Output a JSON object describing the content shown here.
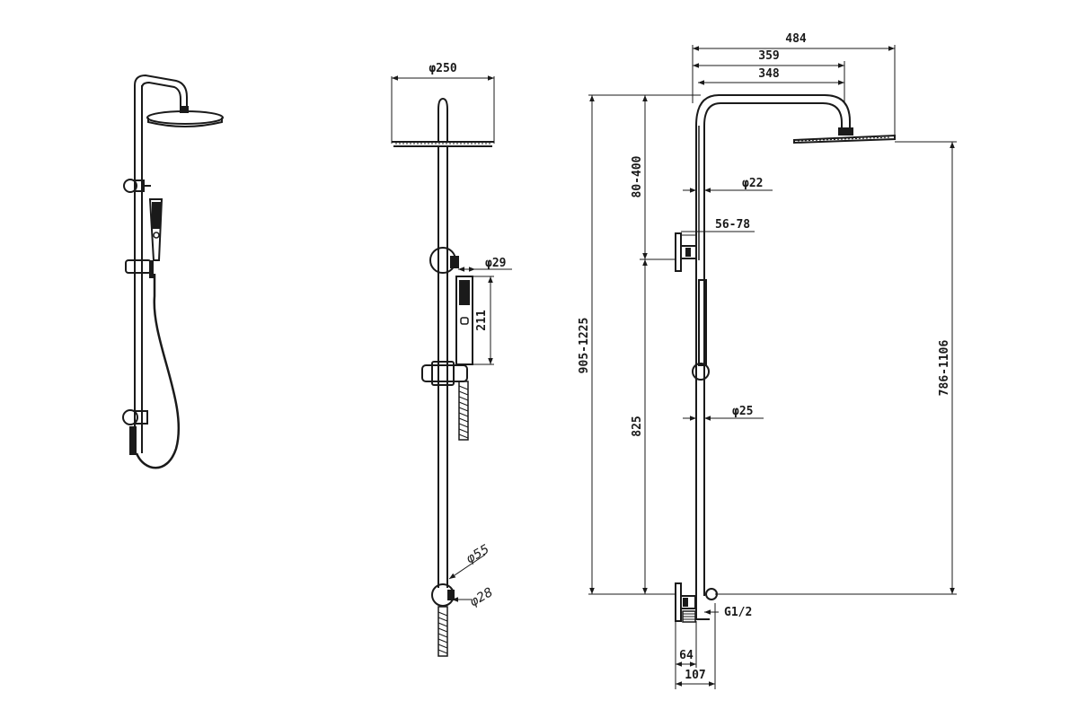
{
  "dimensions": {
    "d250": "φ250",
    "d29": "φ29",
    "d211": "211",
    "d55": "φ55",
    "d28": "φ28",
    "d484": "484",
    "d359": "359",
    "d348": "348",
    "d22": "φ22",
    "d56_78": "56-78",
    "d25": "φ25",
    "d80_400": "80-400",
    "d905_1225": "905-1225",
    "d825": "825",
    "d786_1106": "786-1106",
    "dG12": "G1/2",
    "d64": "64",
    "d107": "107"
  }
}
